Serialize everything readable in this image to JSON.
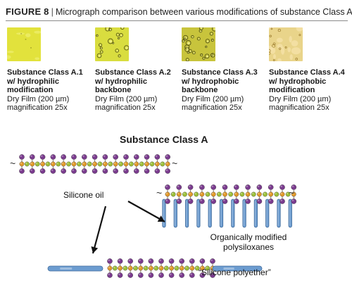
{
  "figure": {
    "label": "FIGURE 8",
    "separator": "|",
    "caption": "Micrograph comparison between various modifications of substance Class A."
  },
  "samples": [
    {
      "title_line1": "Substance Class A.1",
      "title_line2": "w/ hydrophilic",
      "title_line3": "modification",
      "film": "Dry Film (200 µm)",
      "magnification": "magnification 25x",
      "color": "#e2e23c",
      "texture": "smooth"
    },
    {
      "title_line1": "Substance Class A.2",
      "title_line2": "w/ hydrophilic",
      "title_line3": "backbone",
      "film": "Dry Film (200 µm)",
      "magnification": "magnification 25x",
      "color": "#d9dd3f",
      "texture": "craters"
    },
    {
      "title_line1": "Substance Class A.3",
      "title_line2": "w/ hydrophobic",
      "title_line3": "backbone",
      "film": "Dry Film (200 µm)",
      "magnification": "magnification 25x",
      "color": "#c8c43c",
      "texture": "craters-dense"
    },
    {
      "title_line1": "Substance Class A.4",
      "title_line2": "w/ hydrophobic",
      "title_line3": "modification",
      "film": "Dry Film (200 µm)",
      "magnification": "magnification 25x",
      "color": "#e9d48a",
      "texture": "mottled"
    }
  ],
  "diagram": {
    "title": "Substance Class A",
    "silicone_oil": "Silicone oil",
    "modified_line1": "Organically modified",
    "modified_line2": "polysiloxanes",
    "polyether": "“Silicone polyether”",
    "tilde": "~",
    "colors": {
      "purple": "#7a3a8e",
      "orange": "#e39a2a",
      "green": "#9cc13a",
      "blue": "#6c9cd0"
    }
  }
}
